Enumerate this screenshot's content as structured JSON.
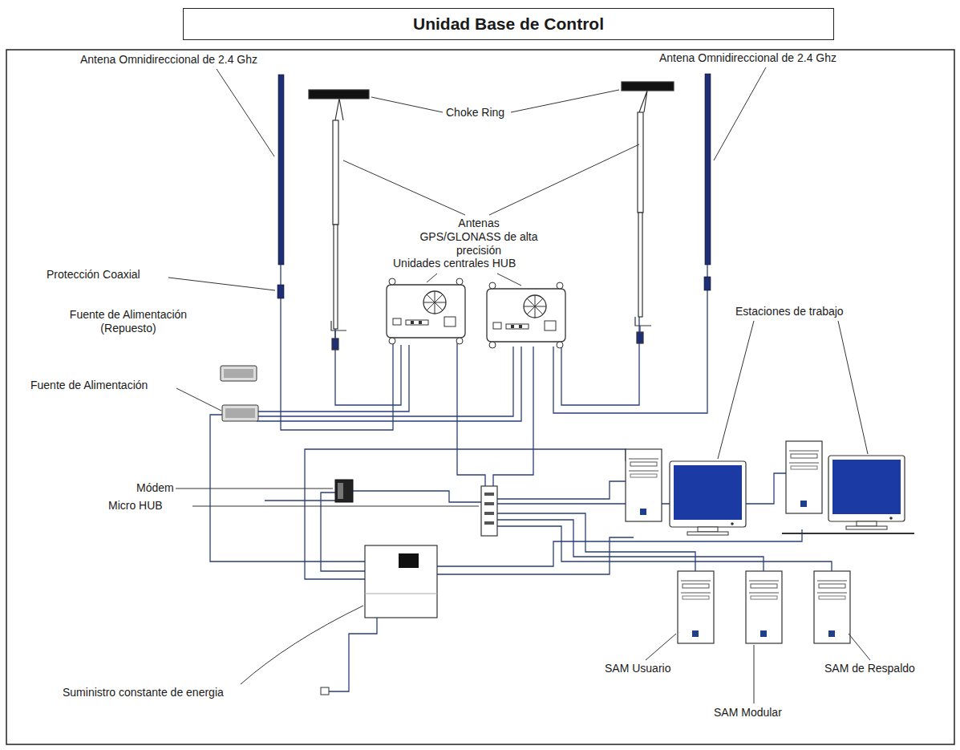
{
  "diagram": {
    "title": "Unidad Base de Control",
    "labels": [
      "Antena Omnidireccional de 2.4 Ghz",
      "Antena Omnidireccional de 2.4 Ghz",
      "Choke Ring",
      "Antenas GPS/GLONASS de alta precisión",
      "Protección Coaxial",
      "Unidades centrales HUB",
      "Fuente de Alimentación (Repuesto)",
      "Estaciones de trabajo",
      "Fuente de Alimentación",
      "Módem",
      "Micro HUB",
      "Suministro constante de energia",
      "SAM Usuario",
      "SAM Modular",
      "SAM de Respaldo"
    ]
  }
}
